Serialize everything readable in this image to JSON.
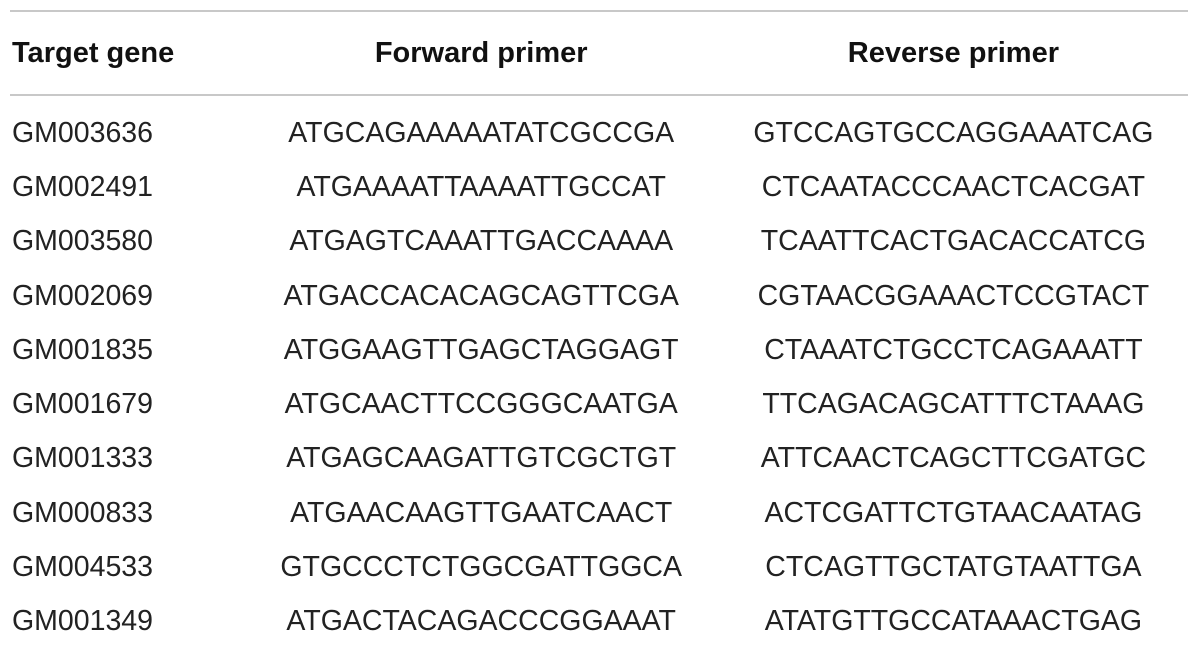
{
  "table": {
    "headers": {
      "gene": "Target gene",
      "forward": "Forward primer",
      "reverse": "Reverse primer"
    },
    "rows": [
      {
        "gene": "GM003636",
        "forward": "ATGCAGAAAAATATCGCCGA",
        "reverse": "GTCCAGTGCCAGGAAATCAG"
      },
      {
        "gene": "GM002491",
        "forward": "ATGAAAATTAAAATTGCCAT",
        "reverse": "CTCAATACCCAACTCACGAT"
      },
      {
        "gene": "GM003580",
        "forward": "ATGAGTCAAATTGACCAAAA",
        "reverse": "TCAATTCACTGACACCATCG"
      },
      {
        "gene": "GM002069",
        "forward": "ATGACCACACAGCAGTTCGA",
        "reverse": "CGTAACGGAAACTCCGTACT"
      },
      {
        "gene": "GM001835",
        "forward": "ATGGAAGTTGAGCTAGGAGT",
        "reverse": "CTAAATCTGCCTCAGAAATT"
      },
      {
        "gene": "GM001679",
        "forward": "ATGCAACTTCCGGGCAATGA",
        "reverse": "TTCAGACAGCATTTCTAAAG"
      },
      {
        "gene": "GM001333",
        "forward": "ATGAGCAAGATTGTCGCTGT",
        "reverse": "ATTCAACTCAGCTTCGATGC"
      },
      {
        "gene": "GM000833",
        "forward": "ATGAACAAGTTGAATCAACT",
        "reverse": "ACTCGATTCTGTAACAATAG"
      },
      {
        "gene": "GM004533",
        "forward": "GTGCCCTCTGGCGATTGGCA",
        "reverse": "CTCAGTTGCTATGTAATTGA"
      },
      {
        "gene": "GM001349",
        "forward": "ATGACTACAGACCCGGAAAT",
        "reverse": "ATATGTTGCCATAAACTGAG"
      }
    ]
  }
}
